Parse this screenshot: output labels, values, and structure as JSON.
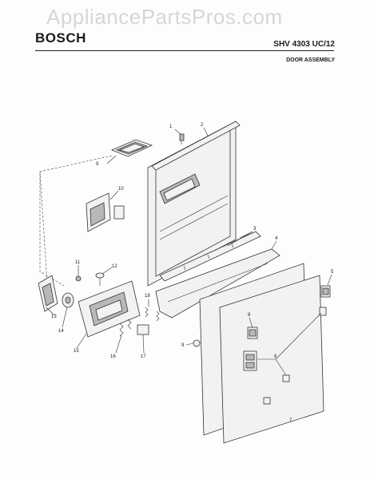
{
  "watermark": "AppliancePartsPros.com",
  "brand": "BOSCH",
  "model": "SHV 4303 UC/12",
  "section": "DOOR ASSEMBLY",
  "callouts": [
    "1",
    "2",
    "3",
    "4",
    "5",
    "6",
    "7",
    "8",
    "9",
    "10",
    "11",
    "12",
    "13",
    "14",
    "15",
    "16",
    "17",
    "18"
  ]
}
